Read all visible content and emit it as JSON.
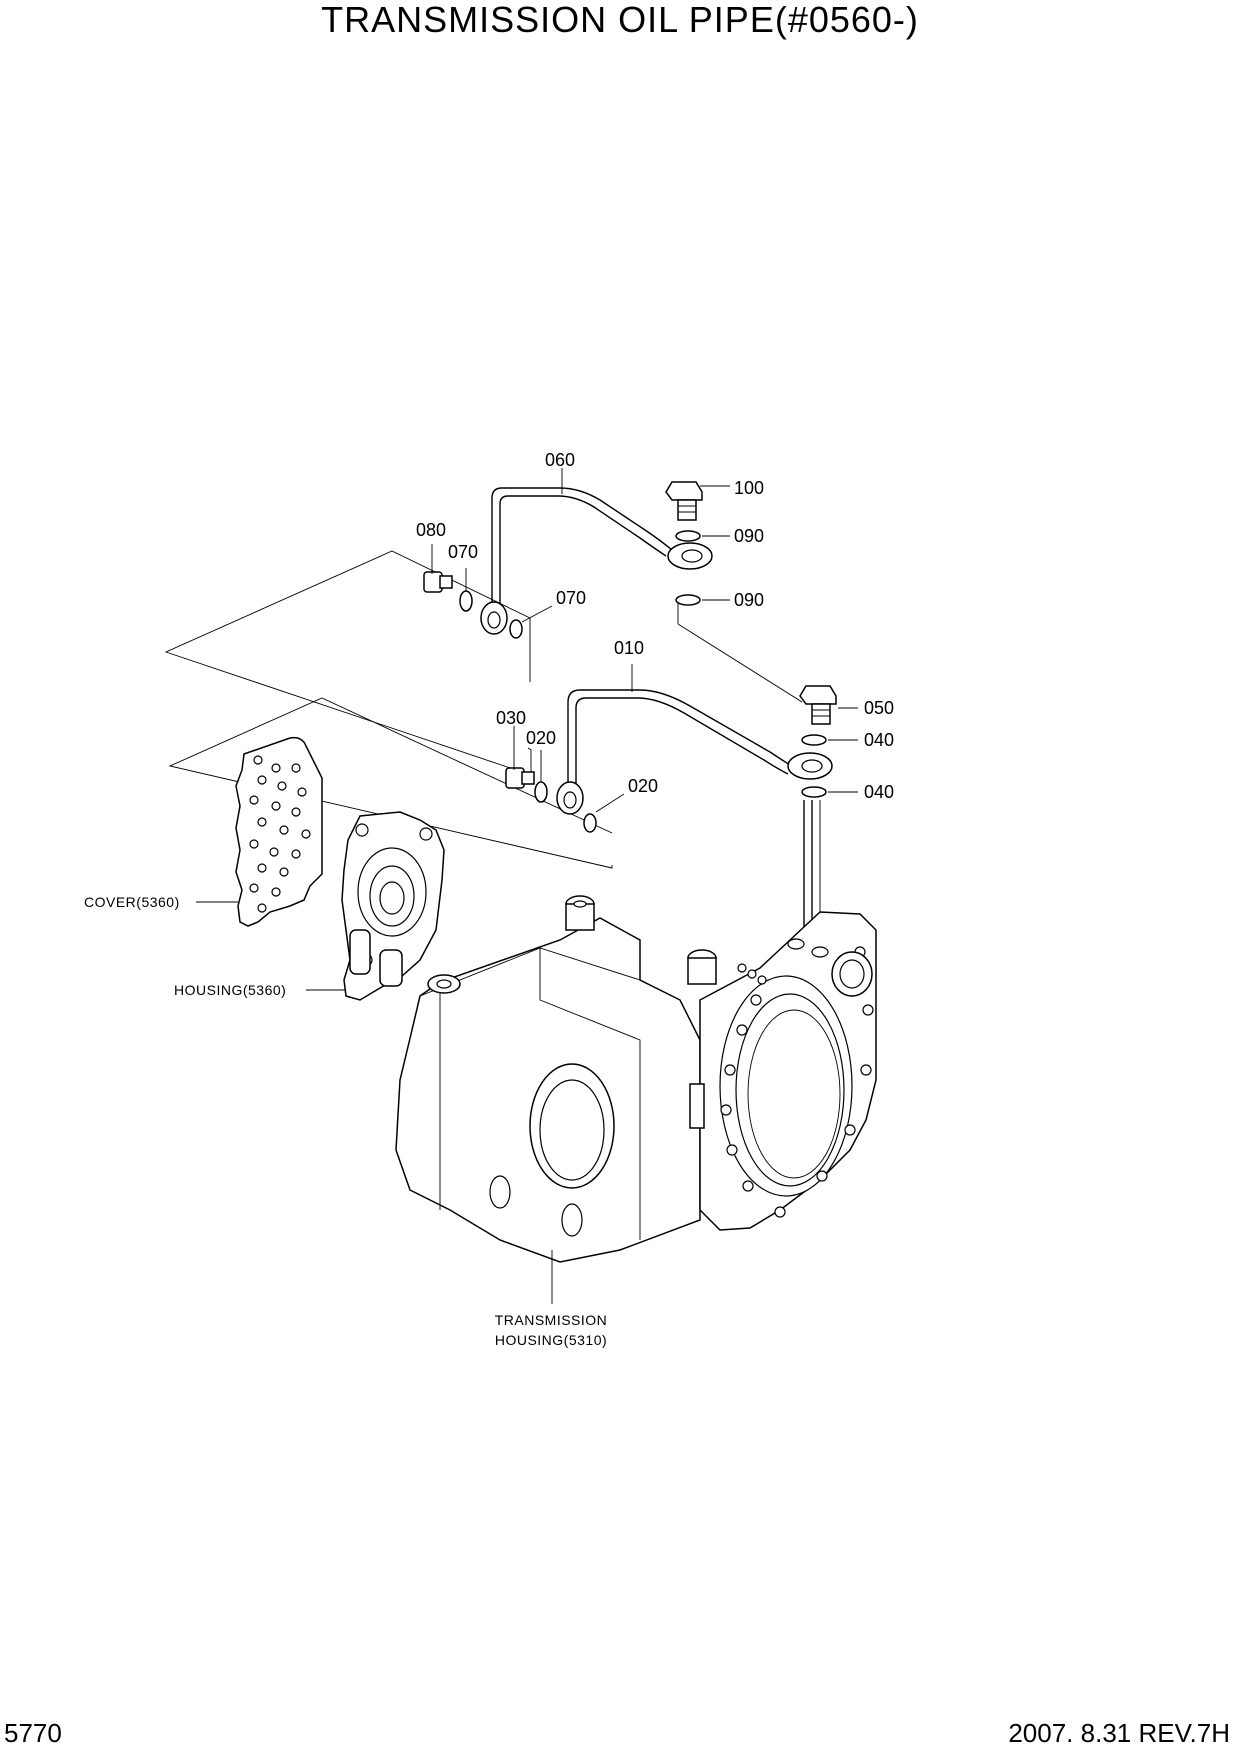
{
  "title": "TRANSMISSION OIL PIPE(#0560-)",
  "page_number": "5770",
  "revision": "2007.  8.31  REV.7H",
  "part_labels": {
    "p010": "010",
    "p020a": "020",
    "p020b": "020",
    "p030": "030",
    "p040a": "040",
    "p040b": "040",
    "p050": "050",
    "p060": "060",
    "p070a": "070",
    "p070b": "070",
    "p080": "080",
    "p090a": "090",
    "p090b": "090",
    "p100": "100"
  },
  "reference_labels": {
    "cover": "COVER(5360)",
    "housing": "HOUSING(5360)",
    "trans_line1": "TRANSMISSION",
    "trans_line2": "HOUSING(5310)"
  }
}
